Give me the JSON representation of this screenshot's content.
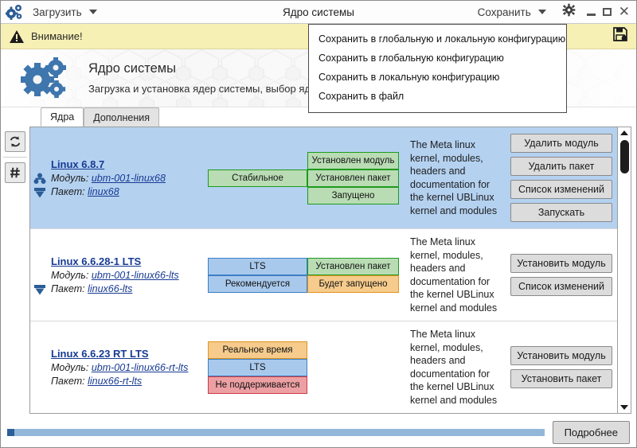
{
  "titlebar": {
    "app_icon": "gears-icon",
    "load_menu": "Загрузить",
    "title": "Ядро системы",
    "save_menu": "Сохранить",
    "settings_icon": "gear-icon",
    "minimize": "minimize-icon",
    "maximize": "maximize-icon",
    "close": "close-icon"
  },
  "save_dropdown": {
    "items": [
      "Сохранить в глобальную и локальную конфигурацию",
      "Сохранить в глобальную конфигурацию",
      "Сохранить в локальную конфигурацию",
      "Сохранить в файл"
    ]
  },
  "warning": {
    "icon": "warning-triangle-icon",
    "text": "Внимание!",
    "save_icon": "save-disk-lock-icon",
    "background": "#f7f0b4"
  },
  "banner": {
    "icon": "gears-icon",
    "title": "Ядро системы",
    "subtitle": "Загрузка и установка ядер системы, выбор ядра для загрузки по умолчанию"
  },
  "tabs": [
    {
      "label": "Ядра",
      "active": true
    },
    {
      "label": "Дополнения",
      "active": false
    }
  ],
  "left_rail": [
    {
      "name": "refresh-button",
      "icon": "refresh-icon"
    },
    {
      "name": "hash-button",
      "icon": "hash-icon"
    }
  ],
  "kernels": [
    {
      "name": "Linux 6.8.7",
      "selected": true,
      "icons": [
        "module-icon",
        "package-icon"
      ],
      "module_label": "Модуль:",
      "module_value": "ubm-001-linux68",
      "package_label": "Пакет:",
      "package_value": "linux68",
      "badges_left": [
        {
          "text": "Стабильное",
          "style": "green"
        }
      ],
      "badges_right": [
        {
          "text": "Установлен модуль",
          "style": "green"
        },
        {
          "text": "Установлен пакет",
          "style": "green"
        },
        {
          "text": "Запущено",
          "style": "green"
        }
      ],
      "description": "The Meta linux kernel, modules, headers and documentation for the kernel UBLinux kernel and modules",
      "actions": [
        "Удалить модуль",
        "Удалить пакет",
        "Список изменений",
        "Запускать"
      ]
    },
    {
      "name": "Linux 6.6.28-1 LTS",
      "selected": false,
      "icons": [
        "package-icon"
      ],
      "module_label": "Модуль:",
      "module_value": "ubm-001-linux66-lts",
      "package_label": "Пакет:",
      "package_value": "linux66-lts",
      "badges_left": [
        {
          "text": "LTS",
          "style": "blue"
        },
        {
          "text": "Рекомендуется",
          "style": "blue"
        }
      ],
      "badges_right": [
        {
          "text": "Установлен пакет",
          "style": "green"
        },
        {
          "text": "Будет запущено",
          "style": "orange"
        }
      ],
      "description": "The Meta linux kernel, modules, headers and documentation for the kernel UBLinux kernel and modules",
      "actions": [
        "Установить модуль",
        "Список изменений"
      ]
    },
    {
      "name": "Linux 6.6.23 RT LTS",
      "selected": false,
      "icons": [],
      "module_label": "Модуль:",
      "module_value": "ubm-001-linux66-rt-lts",
      "package_label": "Пакет:",
      "package_value": "linux66-rt-lts",
      "badges_left": [
        {
          "text": "Реальное время",
          "style": "orange"
        },
        {
          "text": "LTS",
          "style": "blue"
        },
        {
          "text": "Не поддерживается",
          "style": "red"
        }
      ],
      "badges_right": [],
      "description": "The Meta linux kernel, modules, headers and documentation for the kernel UBLinux kernel and modules",
      "actions": [
        "Установить модуль",
        "Установить пакет"
      ]
    }
  ],
  "scrollbar": {
    "up": "scroll-up-arrow",
    "down": "scroll-down-arrow"
  },
  "bottom": {
    "progress_percent": 0,
    "details_button": "Подробнее"
  },
  "colors": {
    "selected_row": "#b4d1f0",
    "warning_bg": "#f7f0b4",
    "link": "#173a93",
    "progress": "#93b7d8",
    "progress_handle": "#2c5f97"
  }
}
